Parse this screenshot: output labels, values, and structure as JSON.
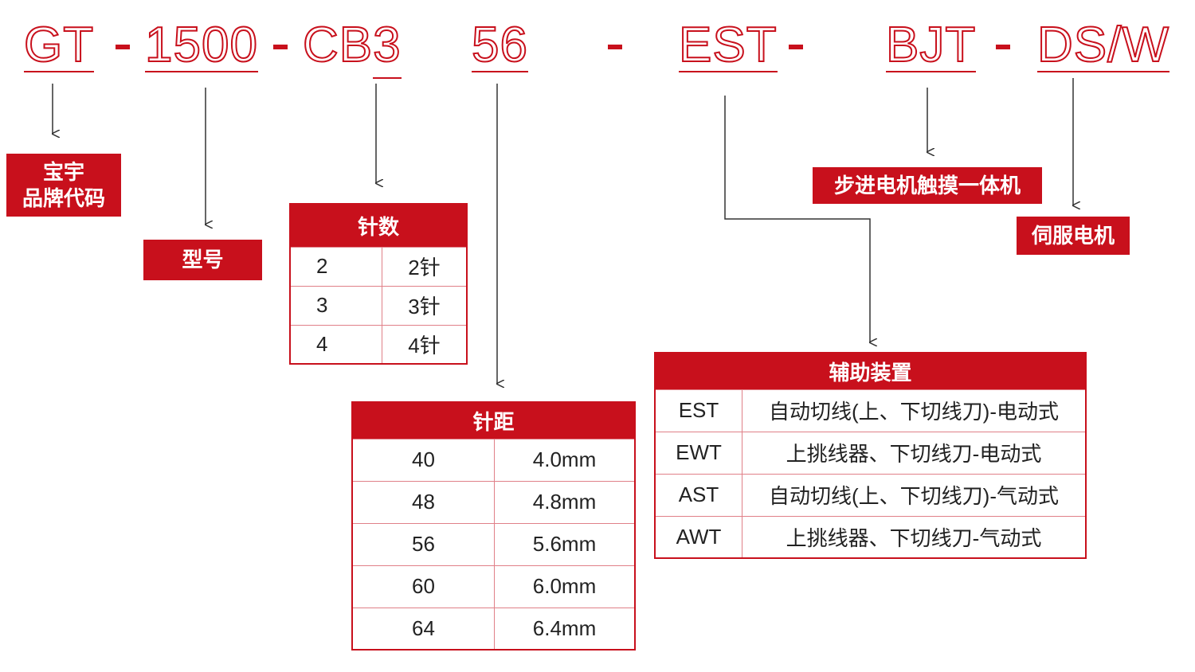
{
  "model_code": {
    "brand": "GT",
    "model": "1500",
    "pins_prefix": "CB",
    "pins": "3",
    "pitch": "56",
    "aux": "EST",
    "stepper": "BJT",
    "servo": "DS/W",
    "separator": "-"
  },
  "labels": {
    "brand": "宝宇\n品牌代码",
    "model": "型号",
    "stepper": "步进电机触摸一体机",
    "servo": "伺服电机"
  },
  "pins_table": {
    "title": "针数",
    "rows": [
      [
        "2",
        "2针"
      ],
      [
        "3",
        "3针"
      ],
      [
        "4",
        "4针"
      ]
    ]
  },
  "pitch_table": {
    "title": "针距",
    "rows": [
      [
        "40",
        "4.0mm"
      ],
      [
        "48",
        "4.8mm"
      ],
      [
        "56",
        "5.6mm"
      ],
      [
        "60",
        "6.0mm"
      ],
      [
        "64",
        "6.4mm"
      ]
    ]
  },
  "aux_table": {
    "title": "辅助装置",
    "rows": [
      [
        "EST",
        "自动切线(上、下切线刀)-电动式"
      ],
      [
        "EWT",
        "上挑线器、下切线刀-电动式"
      ],
      [
        "AST",
        "自动切线(上、下切线刀)-气动式"
      ],
      [
        "AWT",
        "上挑线器、下切线刀-气动式"
      ]
    ]
  },
  "colors": {
    "accent": "#c8101c"
  }
}
